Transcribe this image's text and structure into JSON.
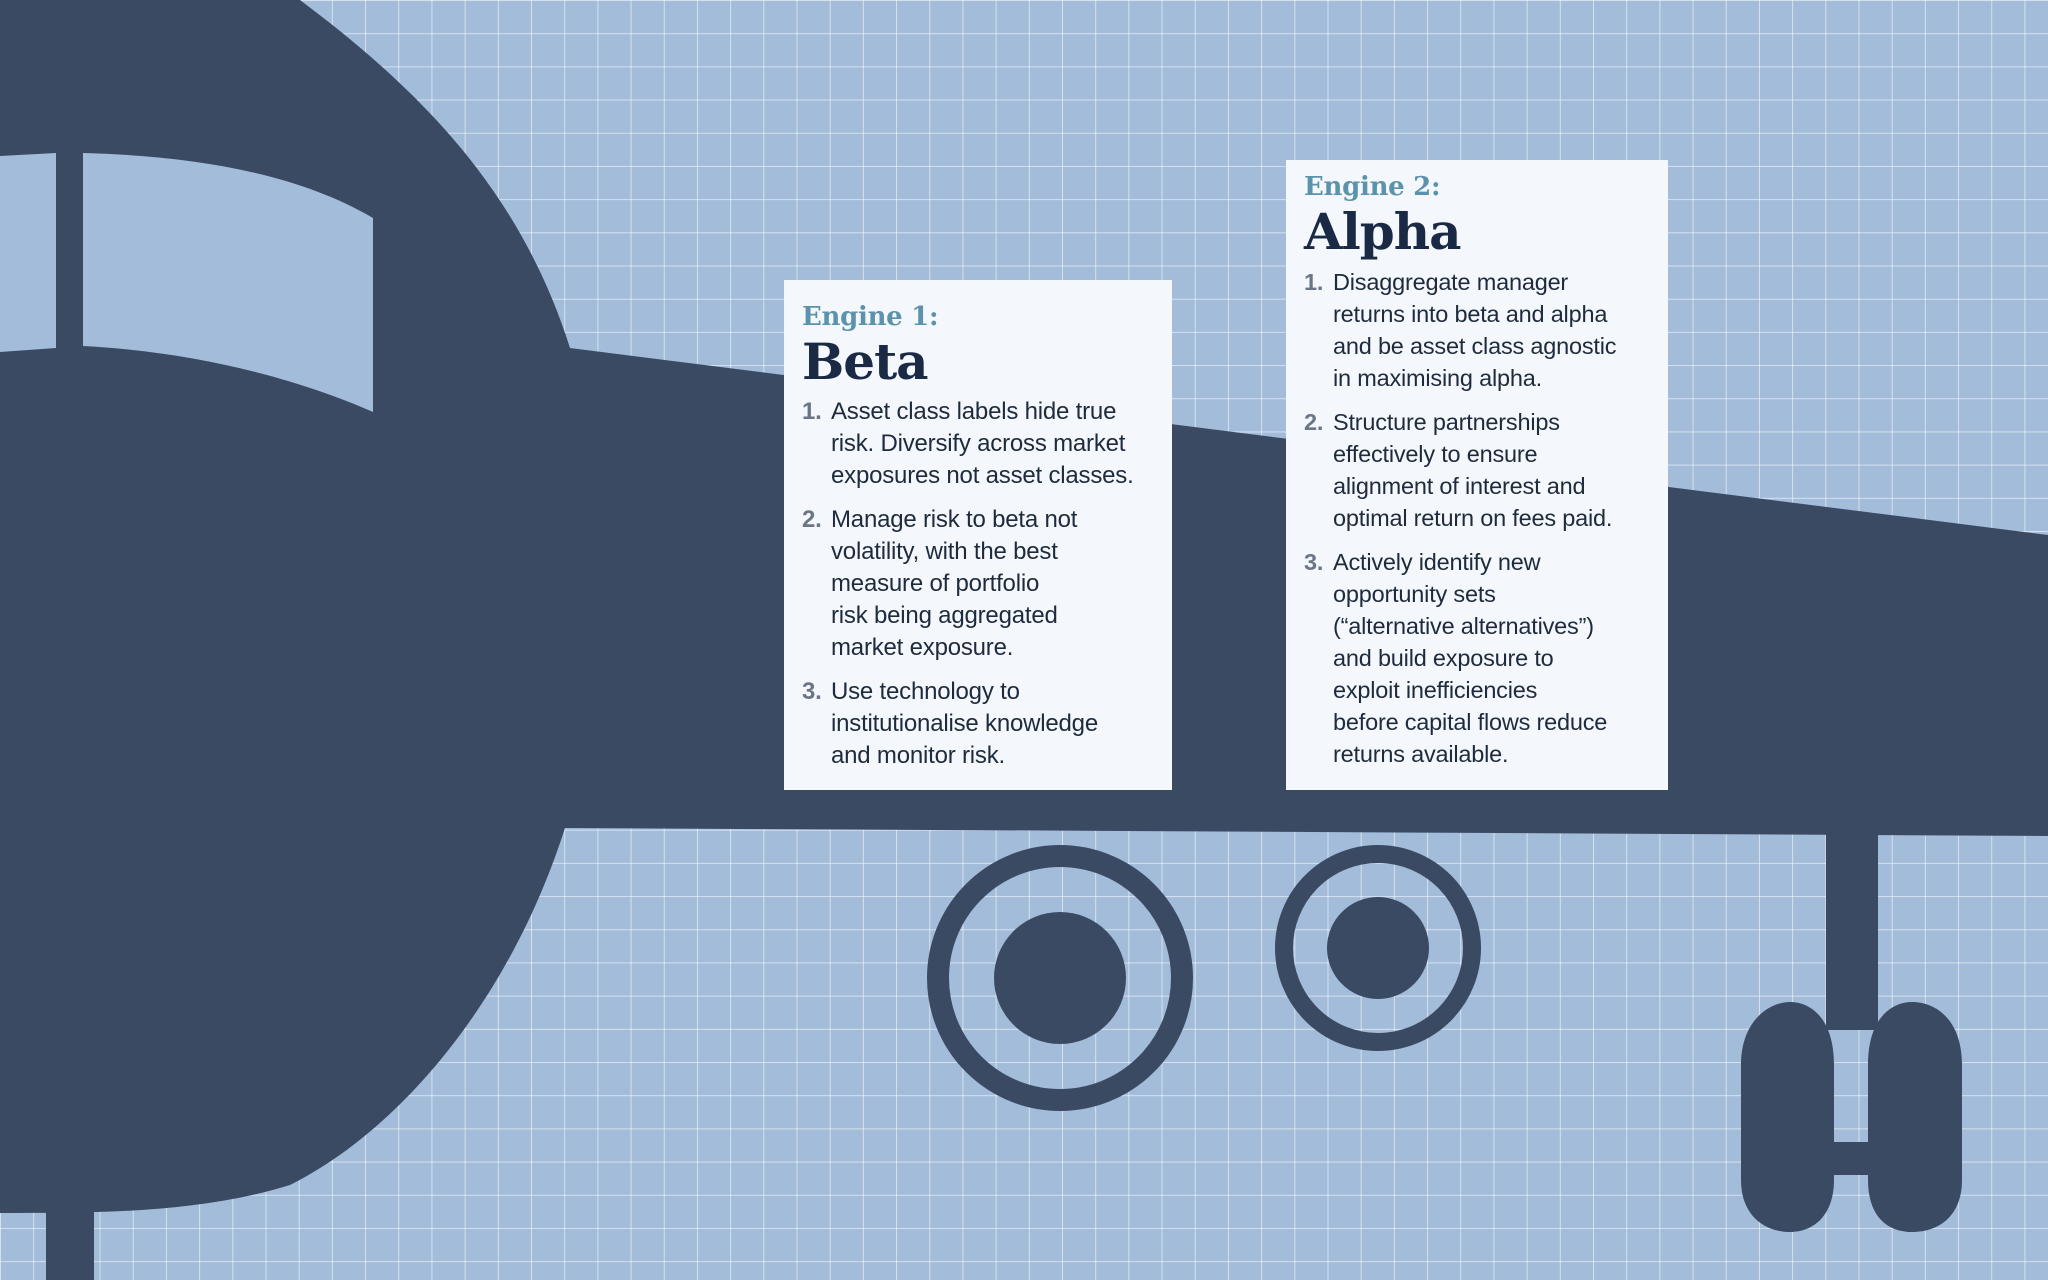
{
  "colors": {
    "background": "#a3bcda",
    "grid": "#ffffff",
    "plane": "#3a4a63",
    "card": "#f4f7fb",
    "eyebrow": "#5b93ad",
    "title": "#1a2944"
  },
  "illustration": {
    "name": "airplane-silhouette"
  },
  "engines": [
    {
      "label": "Engine 1:",
      "title": "Beta",
      "points": [
        {
          "number": "1.",
          "text": "Asset class labels hide true\nrisk. Diversify across market\nexposures not asset classes."
        },
        {
          "number": "2.",
          "text": "Manage risk to beta not\nvolatility, with the best\nmeasure of portfolio\nrisk being aggregated\nmarket exposure."
        },
        {
          "number": "3.",
          "text": "Use technology to\ninstitutionalise knowledge\nand monitor risk."
        }
      ]
    },
    {
      "label": "Engine 2:",
      "title": "Alpha",
      "points": [
        {
          "number": "1.",
          "text": "Disaggregate manager\nreturns into beta and alpha\nand be asset class agnostic\nin maximising alpha."
        },
        {
          "number": "2.",
          "text": "Structure partnerships\neffectively to ensure\nalignment of interest and\noptimal return on fees paid."
        },
        {
          "number": "3.",
          "text": "Actively identify new\nopportunity sets\n(“alternative alternatives”)\nand build exposure to\nexploit inefficiencies\nbefore capital flows reduce\nreturns available."
        }
      ]
    }
  ]
}
